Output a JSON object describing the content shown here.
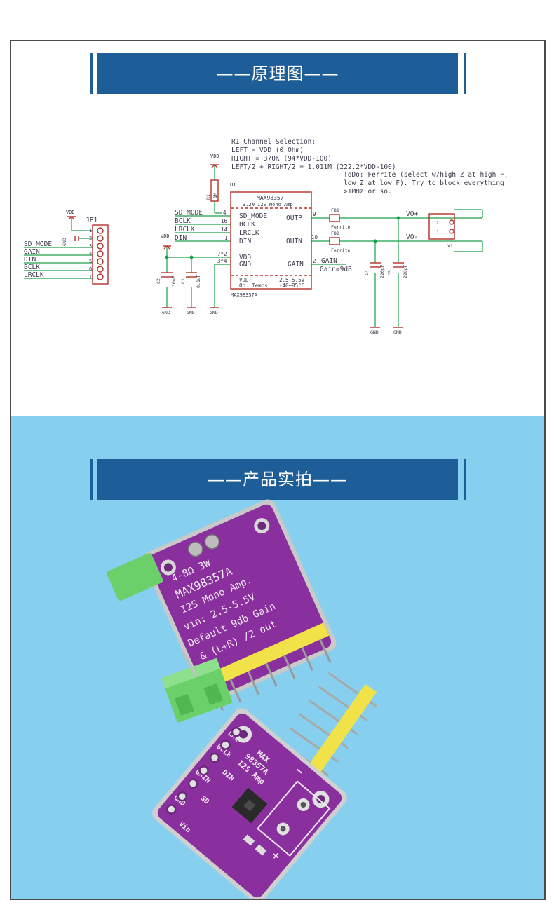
{
  "sections": {
    "schematic_title": "——原理图——",
    "photo_title": "——产品实拍——"
  },
  "schematic": {
    "note": [
      "R1 Channel Selection:",
      "LEFT = VDD (0 Ohm)",
      "RIGHT = 370K (94*VDD-100)",
      "LEFT/2 + RIGHT/2 = 1.011M (222.2*VDD-100)"
    ],
    "todo": [
      "ToDo: Ferrite (select w/high Z at high F,",
      "low Z at low F). Try to block everything",
      ">1MHz or so."
    ],
    "jp1": {
      "name": "JP1",
      "vdd": "VDD",
      "gnd": "GND",
      "signals": [
        "SD_MODE",
        "GAIN",
        "DIN",
        "BCLK",
        "LRCLK"
      ],
      "pins": [
        "1",
        "2",
        "3",
        "4",
        "5",
        "6",
        "7"
      ]
    },
    "u1": {
      "ref": "U1",
      "part": "MAX98357",
      "subtitle": "3.2W I2S Mono Amp",
      "left_pins": [
        {
          "label": "SD_MODE",
          "num": "4"
        },
        {
          "label": "BCLK",
          "num": "16"
        },
        {
          "label": "LRCLK",
          "num": "14"
        },
        {
          "label": "DIN",
          "num": "1"
        },
        {
          "label": "VDD",
          "num": "7*2"
        },
        {
          "label": "GND",
          "num": "3*4"
        }
      ],
      "right_pins": [
        {
          "label": "OUTP",
          "num": "9"
        },
        {
          "label": "OUTN",
          "num": "10"
        },
        {
          "label": "GAIN",
          "num": "2"
        }
      ],
      "vdd_spec": "VDD:",
      "vdd_range": "2.5-5.5V",
      "temp_label": "Op. Temps",
      "temp_range": "-40~85°C",
      "footer": "MAX98357A"
    },
    "nets": {
      "sd_mode": "SD_MODE",
      "bclk": "BCLK",
      "lrclk": "LRCLK",
      "din": "DIN",
      "vdd": "VDD",
      "gnd": "GND",
      "gain": "GAIN",
      "gain_note": "Gain=9dB",
      "vo_plus": "VO+",
      "vo_minus": "VO-"
    },
    "r1": {
      "ref": "R1",
      "value": "1M"
    },
    "c2": {
      "ref": "C2",
      "value": "10uF"
    },
    "c1": {
      "ref": "C1",
      "value": "0.1uF"
    },
    "c4": {
      "ref": "C4",
      "value": "220pF"
    },
    "c5": {
      "ref": "C5",
      "value": "220pF"
    },
    "fb1": {
      "ref": "FB1",
      "value": "Ferrite"
    },
    "fb2": {
      "ref": "FB2",
      "value": "Ferrite"
    },
    "x1": {
      "ref": "X1",
      "pins": [
        "2",
        "1"
      ]
    }
  },
  "board_top": {
    "lines": [
      "4-8Ω 3W",
      "MAX98357A",
      "I2S Mono Amp.",
      "vin: 2.5-5.5V",
      "Default 9db Gain",
      "& (L+R) /2 out"
    ],
    "colors": {
      "pcb": "#8a2f9e",
      "terminal": "#6cd06a",
      "header": "#f2e24a"
    }
  },
  "board_front": {
    "title": [
      "MAX",
      "98357A",
      "I2S Amp"
    ],
    "pins": [
      "LRC",
      "BCLK",
      "DIN",
      "GAIN",
      "SD",
      "GND",
      "Vin"
    ],
    "plus": "+",
    "minus": "−"
  }
}
